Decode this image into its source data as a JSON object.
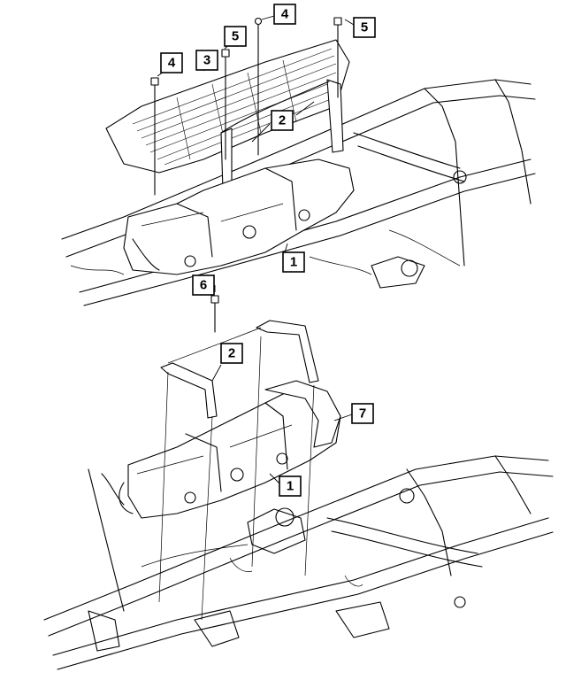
{
  "callouts": [
    {
      "id": "c-top-5a",
      "label": "5"
    },
    {
      "id": "c-top-4a",
      "label": "4"
    },
    {
      "id": "c-top-5b",
      "label": "5"
    },
    {
      "id": "c-top-4b",
      "label": "4"
    },
    {
      "id": "c-top-3",
      "label": "3"
    },
    {
      "id": "c-top-2",
      "label": "2"
    },
    {
      "id": "c-top-1",
      "label": "1"
    },
    {
      "id": "c-bot-6",
      "label": "6"
    },
    {
      "id": "c-bot-2",
      "label": "2"
    },
    {
      "id": "c-bot-7",
      "label": "7"
    },
    {
      "id": "c-bot-1",
      "label": "1"
    }
  ],
  "colors": {
    "ink": "#000000",
    "paper": "#ffffff"
  }
}
